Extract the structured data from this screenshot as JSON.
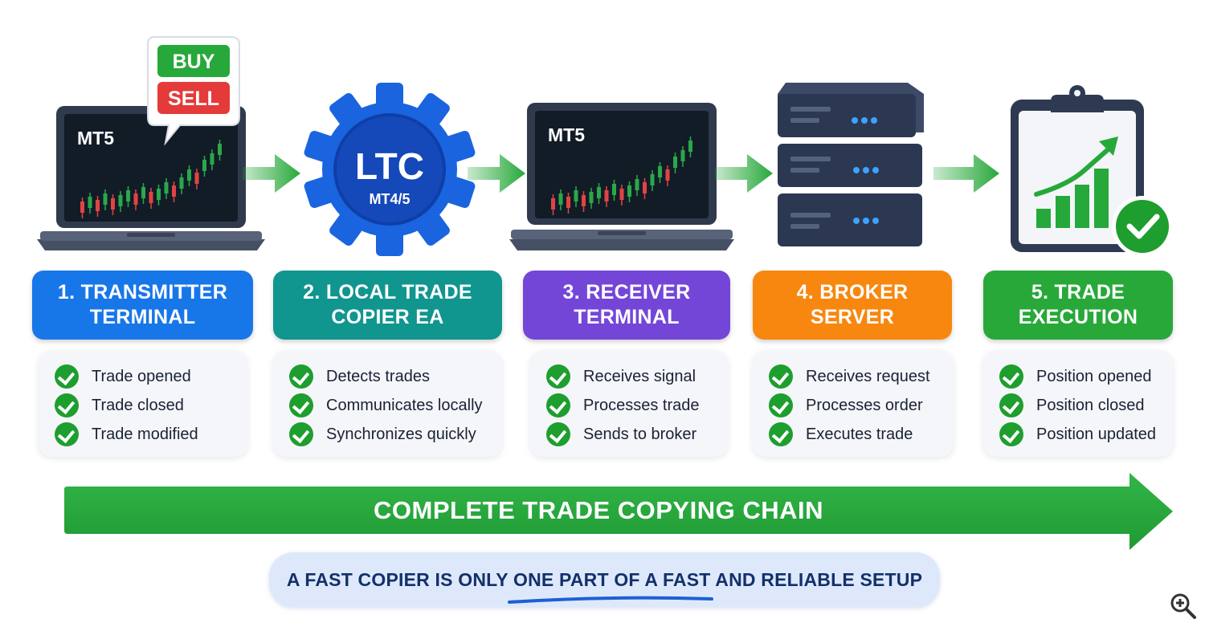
{
  "steps": [
    {
      "title_line1": "1. TRANSMITTER",
      "title_line2": "TERMINAL",
      "color": "#1877e8",
      "items": [
        "Trade opened",
        "Trade closed",
        "Trade modified"
      ]
    },
    {
      "title_line1": "2. LOCAL TRADE",
      "title_line2": "COPIER EA",
      "color": "#11958f",
      "items": [
        "Detects trades",
        "Communicates locally",
        "Synchronizes quickly"
      ]
    },
    {
      "title_line1": "3. RECEIVER",
      "title_line2": "TERMINAL",
      "color": "#7446d8",
      "items": [
        "Receives signal",
        "Processes trade",
        "Sends to broker"
      ]
    },
    {
      "title_line1": "4. BROKER",
      "title_line2": "SERVER",
      "color": "#f7870f",
      "items": [
        "Receives request",
        "Processes order",
        "Executes trade"
      ]
    },
    {
      "title_line1": "5. TRADE",
      "title_line2": "EXECUTION",
      "color": "#29a83a",
      "items": [
        "Position opened",
        "Position closed",
        "Position updated"
      ]
    }
  ],
  "icons": {
    "transmitter_screen_label": "MT5",
    "buy_label": "BUY",
    "sell_label": "SELL",
    "gear_main_label": "LTC",
    "gear_sub_label": "MT4/5",
    "receiver_screen_label": "MT5",
    "gear_color": "#1a64e0",
    "buy_color": "#27a83a",
    "sell_color": "#e53a3a"
  },
  "chain": {
    "label": "COMPLETE TRADE COPYING CHAIN",
    "color": "#22a33a"
  },
  "note": {
    "text": "A FAST COPIER IS ONLY ONE PART OF A FAST AND RELIABLE SETUP"
  },
  "zoom_icon": "magnifier-plus-icon"
}
